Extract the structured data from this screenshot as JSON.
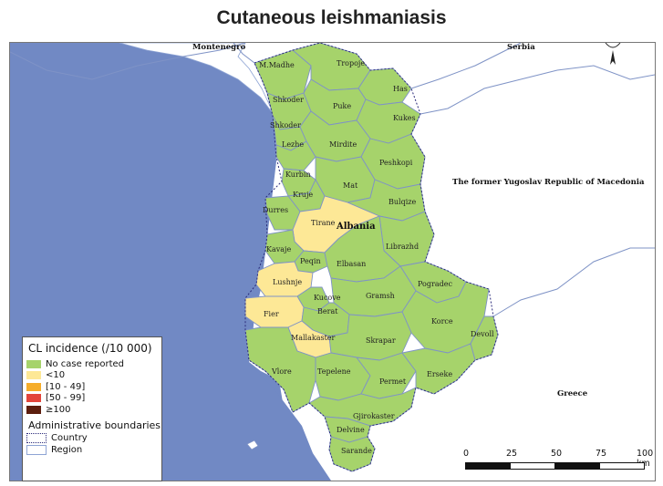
{
  "title": "Cutaneous leishmaniasis",
  "countries": {
    "montenegro": "Montenegro",
    "serbia": "Serbia",
    "macedonia": "The former Yugoslav Republic of Macedonia",
    "greece": "Greece",
    "albania": "Albania"
  },
  "districts": {
    "malesi_madhe": "M.Madhe",
    "tropoje": "Tropoje",
    "has": "Has",
    "shkoder1": "Shkoder",
    "puke": "Puke",
    "kukes": "Kukes",
    "shkoder2": "Shkoder",
    "lezhe": "Lezhe",
    "mirdite": "Mirdite",
    "peshkopi": "Peshkopi",
    "kurbin": "Kurbin",
    "mat": "Mat",
    "kruje": "Kruje",
    "bulqize": "Bulqize",
    "durres": "Durres",
    "tirane": "Tirane",
    "kavaje": "Kavaje",
    "librazhd": "Librazhd",
    "peqin": "Peqin",
    "elbasan": "Elbasan",
    "lushnje": "Lushnje",
    "pogradec": "Pogradec",
    "kucove": "Kucove",
    "gramsh": "Gramsh",
    "fier": "Fier",
    "berat": "Berat",
    "korce": "Korce",
    "mallakaster": "Mallakaster",
    "devoll": "Devoll",
    "skrapar": "Skrapar",
    "vlore": "Vlore",
    "tepelene": "Tepelene",
    "permet": "Permet",
    "erseke": "Erseke",
    "gjirokaster": "Gjirokaster",
    "delvine": "Delvine",
    "sarande": "Sarande"
  },
  "district_colors": {
    "default": "#a6d36b",
    "tirane": "#fde896",
    "lushnje": "#fde896",
    "fier": "#fde896",
    "mallakaster": "#fde896"
  },
  "colors": {
    "sea": "#7189c4",
    "land": "#ffffff",
    "border": "#5f7ab8"
  },
  "legend": {
    "title": "CL incidence (/10 000)",
    "items": [
      {
        "label": "No case reported",
        "color": "#a6d36b"
      },
      {
        "label": "<10",
        "color": "#fde896"
      },
      {
        "label": "[10 - 49]",
        "color": "#f6ad2a"
      },
      {
        "label": "[50 - 99]",
        "color": "#e3443a"
      },
      {
        "label": "≥100",
        "color": "#5c1e0e"
      }
    ],
    "boundaries_title": "Administrative boundaries",
    "boundaries": [
      {
        "label": "Country",
        "style": "dotted",
        "color": "#2a2a7a"
      },
      {
        "label": "Region",
        "style": "solid",
        "color": "#8ea4d4"
      }
    ]
  },
  "scale": {
    "ticks": [
      "0",
      "25",
      "50",
      "75",
      "100 km"
    ]
  },
  "north_arrow_icon": "north-arrow-icon"
}
